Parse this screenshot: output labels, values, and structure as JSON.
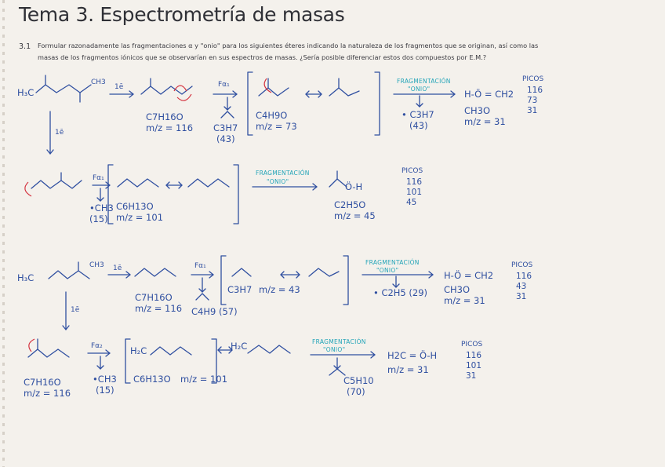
{
  "title": "Tema 3. Espectrometría de masas",
  "question": {
    "number": "3.1",
    "line1": "Formular razonadamente las fragmentaciones α y \"onio\" para los siguientes éteres indicando la naturaleza de los fragmentos que se originan, así como las",
    "line2": "masas de los fragmentos iónicos que se observarían en sus espectros de masas. ¿Sería posible diferenciar estos dos compuestos por E.M.?"
  },
  "labels": {
    "one_e": "1ē",
    "fx1": "Fα₁",
    "fx2": "Fα₂",
    "fragmentacion": "FRAGMENTACIÓN",
    "onio": "\"ONIO\"",
    "h3c": "H₃C",
    "h2c": "H₂C",
    "ch3": "CH3"
  },
  "row1": {
    "molecular_formula": "C7H16O",
    "molecular_mz": "m/z = 116",
    "radical": "C3H7",
    "radical_mass": "(43)",
    "ion_formula": "C4H9O",
    "ion_mz": "m/z = 73",
    "neutral_loss": "• C3H7",
    "neutral_mass": "(43)",
    "onio_product": "H-Ö = CH2",
    "onio_formula": "CH3O",
    "onio_mz": "m/z = 31",
    "peaks_title": "PICOS",
    "peaks": [
      "116",
      "73",
      "31"
    ]
  },
  "row2": {
    "radical": "•CH3",
    "radical_mass": "(15)",
    "ion_formula": "C6H13O",
    "ion_mz": "m/z = 101",
    "onio_product": "Ö-H",
    "onio_formula": "C2H5O",
    "onio_mz": "m/z = 45",
    "peaks_title": "PICOS",
    "peaks": [
      "116",
      "101",
      "45"
    ]
  },
  "row3": {
    "molecular_formula": "C7H16O",
    "molecular_mz": "m/z = 116",
    "radical": "C4H9 (57)",
    "ion_formula": "C3H7",
    "ion_mz": "m/z = 43",
    "neutral_loss": "• C2H5 (29)",
    "onio_product": "H-Ö = CH2",
    "onio_formula": "CH3O",
    "onio_mz": "m/z = 31",
    "peaks_title": "PICOS",
    "peaks": [
      "116",
      "43",
      "31"
    ]
  },
  "row4": {
    "molecular_formula": "C7H16O",
    "molecular_mz": "m/z = 116",
    "radical": "•CH3",
    "radical_mass": "(15)",
    "ion_formula": "C6H13O",
    "ion_mz": "m/z = 101",
    "neutral_loss": "C5H10",
    "neutral_mass": "(70)",
    "onio_product": "H2C = Ö-H",
    "onio_mz": "m/z = 31",
    "peaks_title": "PICOS",
    "peaks": [
      "116",
      "101",
      "31"
    ]
  },
  "colors": {
    "ink_blue": "#2f4fa0",
    "cyan": "#22a4b8",
    "red": "#d43440",
    "paper": "#f4f1ec"
  }
}
